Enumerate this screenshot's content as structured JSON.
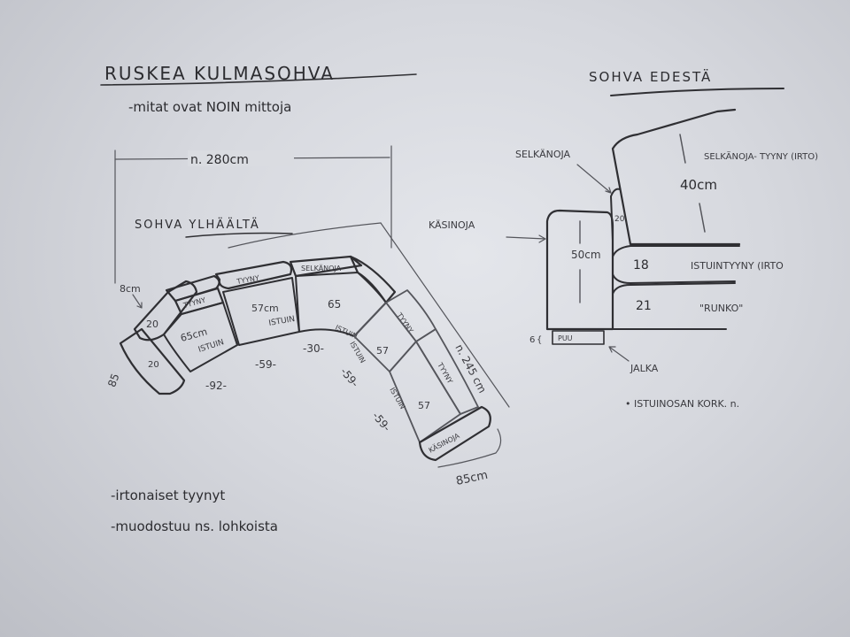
{
  "title": "RUSKEA KULMASOHVA",
  "subtitle": "-mitat ovat NOIN mittoja",
  "top_view": {
    "heading": "SOHVA YLHÄÄLTÄ",
    "overall_width": "n. 280cm",
    "side_length": "n. 245 cm",
    "left_depth": "85",
    "right_depth": "85cm",
    "armrest_label_left": "8cm",
    "labels": {
      "armrest_width_1": "20",
      "armrest_width_2": "20",
      "cushion_1": "TYYNY",
      "cushion_2": "TYYNY",
      "backrest": "SELKÄNOJA",
      "cushion_3": "TYYNY",
      "cushion_4": "TYYNY",
      "armrest_end": "KÄSINOJA",
      "seat_1_depth": "65cm",
      "seat_1_label": "ISTUIN",
      "seat_2_depth": "57cm",
      "seat_2_label": "ISTUIN",
      "corner_depth": "65",
      "corner_label": "ISTUIN",
      "seat_3_depth": "57",
      "seat_3_label": "ISTUIN",
      "seat_4_depth": "57",
      "seat_4_label": "ISTUIN"
    },
    "front_widths": [
      "-92-",
      "-59-",
      "-30-",
      "-59-",
      "-59-"
    ]
  },
  "front_view": {
    "heading": "SOHVA EDESTÄ",
    "backrest_label": "SELKÄNOJA",
    "backrest_cushion_label": "SELKÄNOJA- TYYNY (IRTO)",
    "backrest_cushion_height": "40cm",
    "backrest_height": "20",
    "armrest_label": "KÄSINOJA",
    "armrest_height": "50cm",
    "seat_cushion_height": "18",
    "seat_cushion_label": "ISTUINTYYNY (IRTO",
    "frame_height": "21",
    "frame_label": "\"RUNKO\"",
    "leg_height": "6",
    "leg_material": "PUU",
    "leg_label": "JALKA",
    "seat_height_note": "• ISTUINOSAN KORK. n."
  },
  "notes": [
    "-irtonaiset tyynyt",
    "-muodostuu ns. lohkoista"
  ],
  "colors": {
    "paper": "#d6d8de",
    "ink": "#2f2f33"
  }
}
